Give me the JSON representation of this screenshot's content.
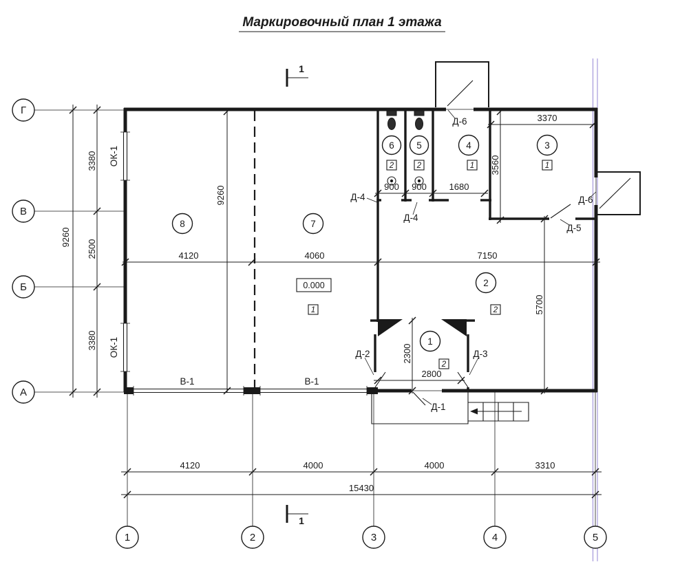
{
  "title": "Маркировочный план 1 этажа",
  "section": {
    "label": "1"
  },
  "axes": {
    "vertical": [
      "Г",
      "В",
      "Б",
      "А"
    ],
    "horizontal": [
      "1",
      "2",
      "3",
      "4",
      "5"
    ]
  },
  "rooms": [
    "1",
    "2",
    "3",
    "4",
    "5",
    "6",
    "7",
    "8"
  ],
  "floor_marks": {
    "room1": "2",
    "room2": "2",
    "room3": "1",
    "room4": "1",
    "room5": "2",
    "room6": "2",
    "room7": "1"
  },
  "door_marks": {
    "d1": "Д-1",
    "d2": "Д-2",
    "d3": "Д-3",
    "d4_left": "Д-4",
    "d4_mid": "Д-4",
    "d5": "Д-5",
    "d6_top": "Д-6",
    "d6_right": "Д-6"
  },
  "window_marks": {
    "ok1_upper": "ОК-1",
    "ok1_lower": "ОК-1",
    "v1_left": "В-1",
    "v1_right": "В-1"
  },
  "level_mark": "0.000",
  "dimensions": {
    "left_chain": [
      "3380",
      "2500",
      "3380"
    ],
    "left_total": "9260",
    "interior_vertical": "9260",
    "interior_row": [
      "4120",
      "4060",
      "7150"
    ],
    "toilet_row": [
      "900",
      "900",
      "1680"
    ],
    "top_right": "3370",
    "room3_height": "3560",
    "room2_height": "5700",
    "vestibule_height": "2300",
    "vestibule_width": "2800",
    "bottom_chain": [
      "4120",
      "4000",
      "4000",
      "3310"
    ],
    "bottom_total": "15430"
  },
  "colors": {
    "ink": "#1a1a1a",
    "construction_line": "#8a7ad0"
  }
}
